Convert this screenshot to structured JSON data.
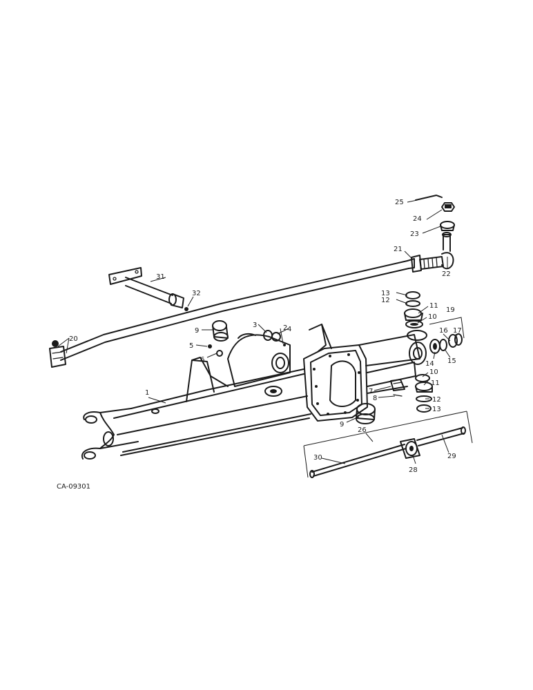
{
  "drawing_code": "CA-09301",
  "callouts": {
    "c1": "1",
    "c2": "2",
    "c3": "3",
    "c4": "4",
    "c5": "5",
    "c6": "6",
    "c7": "7",
    "c8": "8",
    "c9a": "9",
    "c9b": "9",
    "c10a": "10",
    "c10b": "10",
    "c11a": "11",
    "c11b": "11",
    "c12a": "12",
    "c12b": "12",
    "c13a": "13",
    "c13b": "13",
    "c14": "14",
    "c15": "15",
    "c16": "16",
    "c17": "17",
    "c19": "19",
    "c20": "20",
    "c21": "21",
    "c22": "22",
    "c23": "23",
    "c24": "24",
    "c25": "25",
    "c26": "26",
    "c28": "28",
    "c29": "29",
    "c30": "30",
    "c31": "31",
    "c32": "32"
  }
}
